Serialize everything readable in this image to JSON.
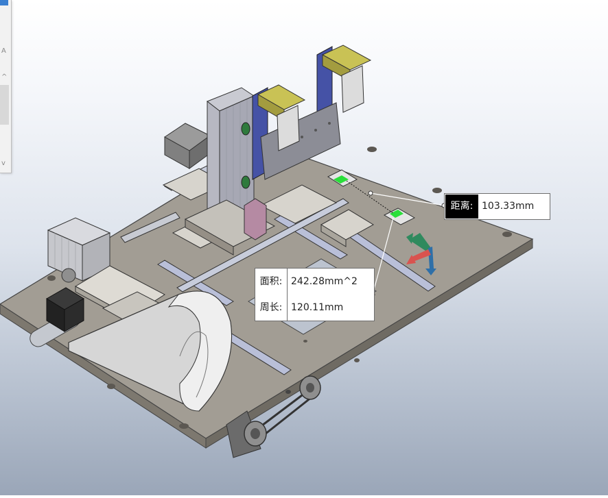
{
  "measure": {
    "distance_label": "距离:",
    "distance_value": "103.33mm",
    "area_label": "面积:",
    "area_value": "242.28mm^2",
    "perimeter_label": "周长:",
    "perimeter_value": "120.11mm"
  },
  "side_panel": {
    "glyph_a": "A",
    "glyph_up": "^",
    "glyph_down": "v"
  },
  "colors": {
    "plate": "#9a958c",
    "rail": "#b9bfd8",
    "yellow_clamp": "#c9c255",
    "blue_bracket": "#4552a6",
    "pink_block": "#b58aa3",
    "axis_red": "#d9534f",
    "axis_green": "#2f8a5e",
    "axis_blue": "#2e6fa8",
    "highlight_green": "#2adf3a"
  }
}
